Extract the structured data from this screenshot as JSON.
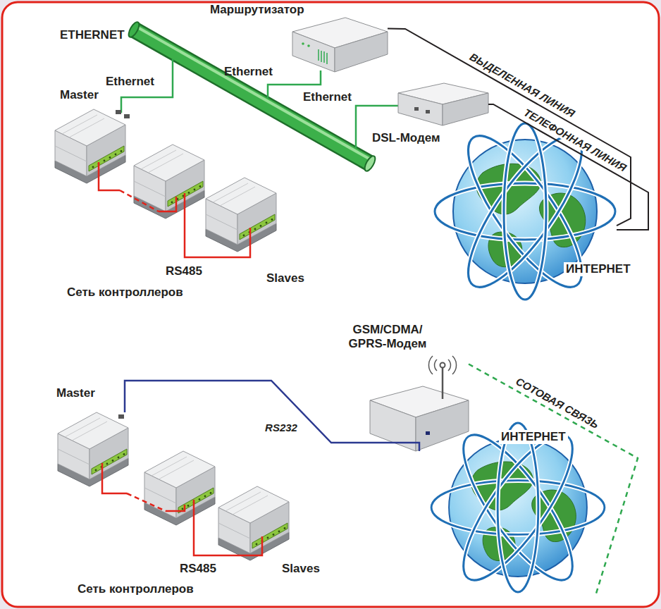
{
  "diagram": {
    "nodes": [
      {
        "text": [
          "Master"
        ]
      },
      {
        "text": [
          "Маршрутизатор"
        ]
      },
      {
        "text": [
          "DSL-Модем"
        ]
      },
      {
        "text": [
          "ИНТЕРНЕТ"
        ]
      },
      {
        "text": [
          "Master"
        ]
      },
      {
        "text": [
          "GSM/CDMA/ GPRS-Модем"
        ]
      },
      {
        "text": [
          "ИНТЕРНЕТ"
        ]
      }
    ],
    "edges": [
      {
        "from": 1,
        "to": 3,
        "arrow": "none",
        "label": "ВЫДЕЛЕННАЯ ЛИНИЯ"
      },
      {
        "from": 2,
        "to": 3,
        "arrow": "none",
        "label": "ТЕЛЕФОННАЯ ЛИНИЯ"
      },
      {
        "from": 4,
        "to": 5,
        "arrow": "none",
        "label": "RS232"
      },
      {
        "from": 5,
        "to": 6,
        "arrow": "none",
        "label": "СОТОВАЯ СВЯЗЬ"
      }
    ],
    "labels": [
      "ETHERNET",
      "Ethernet",
      "Ethernet",
      "Ethernet",
      "RS485",
      "Slaves",
      "Сеть контроллеров",
      "RS485",
      "Slaves",
      "Сеть контроллеров"
    ]
  }
}
